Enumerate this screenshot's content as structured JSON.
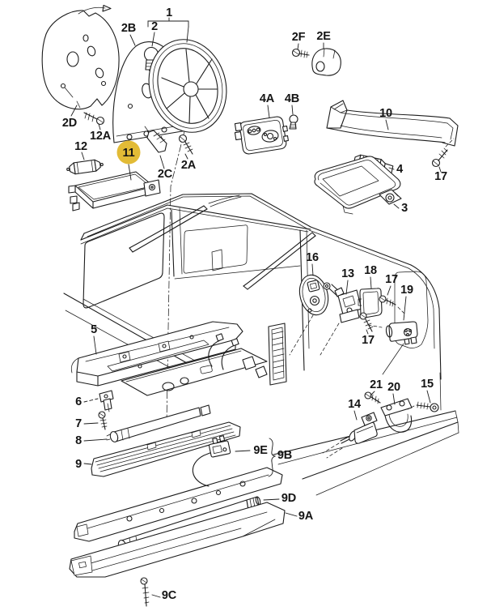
{
  "figure": {
    "type": "exploded-parts-diagram",
    "subject": "Van interior lamps and switches exploded view",
    "background_color": "#ffffff",
    "line_color": "#1c1c1c",
    "highlighted_callout": "11",
    "highlight_color": "#E2BB36"
  },
  "callouts": [
    {
      "id": "1",
      "text": "1"
    },
    {
      "id": "2",
      "text": "2"
    },
    {
      "id": "2B",
      "text": "2B"
    },
    {
      "id": "2D",
      "text": "2D"
    },
    {
      "id": "12A",
      "text": "12A"
    },
    {
      "id": "12",
      "text": "12"
    },
    {
      "id": "11",
      "text": "11",
      "highlighted": true
    },
    {
      "id": "2C",
      "text": "2C"
    },
    {
      "id": "2A",
      "text": "2A"
    },
    {
      "id": "2F",
      "text": "2F"
    },
    {
      "id": "2E",
      "text": "2E"
    },
    {
      "id": "4A",
      "text": "4A"
    },
    {
      "id": "4B",
      "text": "4B"
    },
    {
      "id": "10",
      "text": "10"
    },
    {
      "id": "4",
      "text": "4"
    },
    {
      "id": "17a",
      "text": "17"
    },
    {
      "id": "3",
      "text": "3"
    },
    {
      "id": "16",
      "text": "16"
    },
    {
      "id": "13",
      "text": "13"
    },
    {
      "id": "18",
      "text": "18"
    },
    {
      "id": "17b",
      "text": "17"
    },
    {
      "id": "19",
      "text": "19"
    },
    {
      "id": "17c",
      "text": "17"
    },
    {
      "id": "5",
      "text": "5"
    },
    {
      "id": "6",
      "text": "6"
    },
    {
      "id": "7",
      "text": "7"
    },
    {
      "id": "8",
      "text": "8"
    },
    {
      "id": "9",
      "text": "9"
    },
    {
      "id": "9E",
      "text": "9E"
    },
    {
      "id": "9B",
      "text": "9B"
    },
    {
      "id": "9D",
      "text": "9D"
    },
    {
      "id": "9A",
      "text": "9A"
    },
    {
      "id": "9C",
      "text": "9C"
    },
    {
      "id": "14",
      "text": "14"
    },
    {
      "id": "21",
      "text": "21"
    },
    {
      "id": "20",
      "text": "20"
    },
    {
      "id": "15",
      "text": "15"
    }
  ]
}
